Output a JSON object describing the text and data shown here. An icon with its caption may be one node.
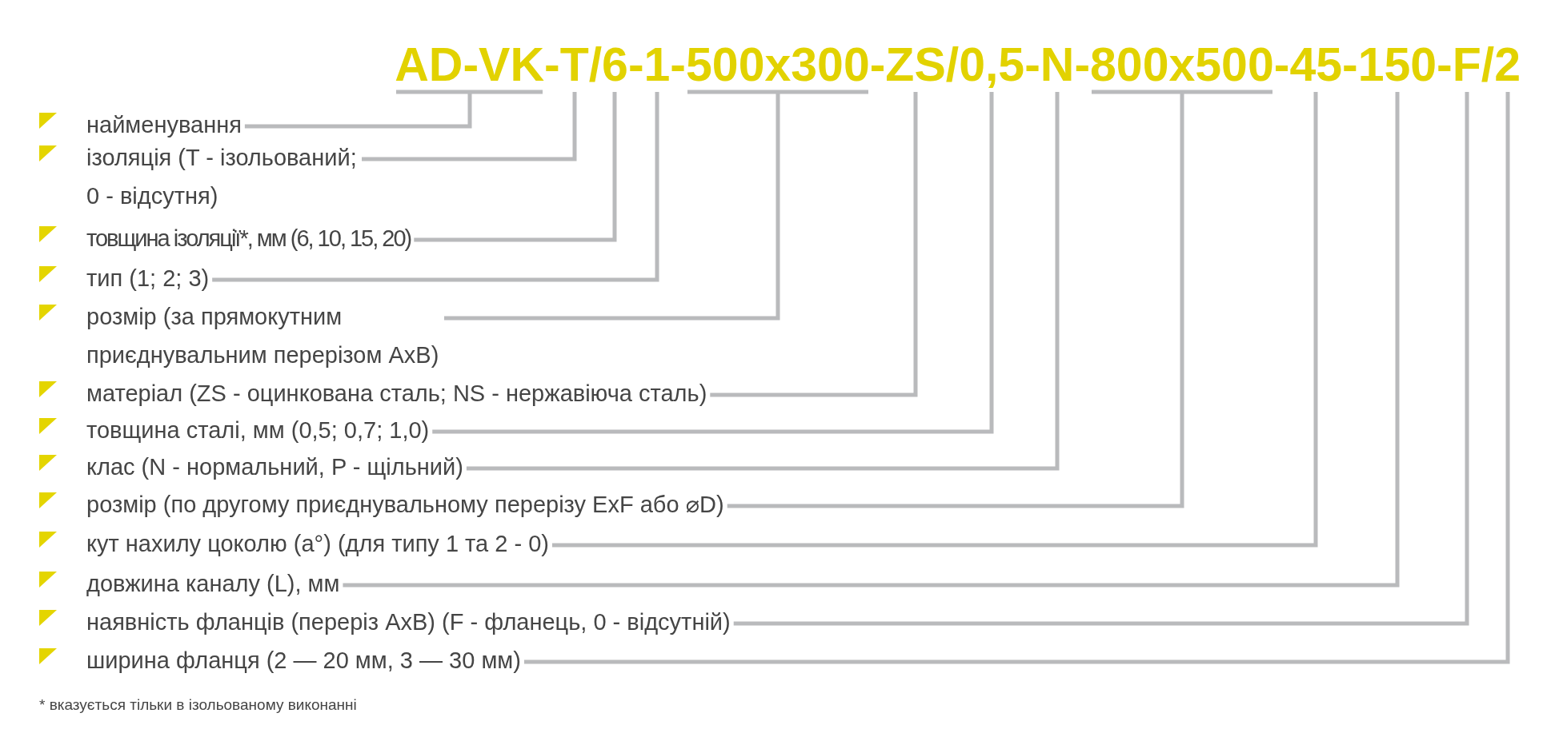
{
  "diagram": {
    "title": "AD-VK-T/6-1-500x300-ZS/0,5-N-800x500-45-150-F/2",
    "nodes": [
      {
        "text": [
          "найменування"
        ]
      },
      {
        "text": [
          "ізоляція (T - ізольований; 0 - відсутня)"
        ]
      },
      {
        "text": [
          "товщина ізоляції*, мм (6, 10, 15, 20)"
        ]
      },
      {
        "text": [
          "тип (1; 2; 3)"
        ]
      },
      {
        "text": [
          "розмір (за прямокутним приєднувальним перерізом AxB)"
        ]
      },
      {
        "text": [
          "матеріал (ZS - оцинкована сталь; NS - нержавіюча сталь)"
        ]
      },
      {
        "text": [
          "товщина сталі, мм (0,5; 0,7; 1,0)"
        ]
      },
      {
        "text": [
          "клас (N - нормальний, P - щільний)"
        ]
      },
      {
        "text": [
          "розмір (по другому приєднувальному перерізу ExF або ⌀D)"
        ]
      },
      {
        "text": [
          "кут нахилу цоколю (a°) (для типу 1 та 2 - 0)"
        ]
      },
      {
        "text": [
          "довжина каналу (L), мм"
        ]
      },
      {
        "text": [
          "наявність фланців (переріз AxB) (F - фланець, 0 - відсутній)"
        ]
      },
      {
        "text": [
          "ширина фланця (2 — 20 мм, 3 — 30 мм)"
        ]
      }
    ],
    "edges": [
      {
        "from": 0,
        "to": null,
        "arrow": "none"
      },
      {
        "from": 1,
        "to": null,
        "arrow": "none"
      },
      {
        "from": 2,
        "to": null,
        "arrow": "none"
      },
      {
        "from": 3,
        "to": null,
        "arrow": "none"
      },
      {
        "from": 4,
        "to": null,
        "arrow": "none"
      },
      {
        "from": 5,
        "to": null,
        "arrow": "none"
      },
      {
        "from": 6,
        "to": null,
        "arrow": "none"
      },
      {
        "from": 7,
        "to": null,
        "arrow": "none"
      },
      {
        "from": 8,
        "to": null,
        "arrow": "none"
      },
      {
        "from": 9,
        "to": null,
        "arrow": "none"
      },
      {
        "from": 10,
        "to": null,
        "arrow": "none"
      },
      {
        "from": 11,
        "to": null,
        "arrow": "none"
      },
      {
        "from": 12,
        "to": null,
        "arrow": "none"
      }
    ],
    "labels": [
      "* вказується тільки в ізольованому виконанні"
    ]
  }
}
